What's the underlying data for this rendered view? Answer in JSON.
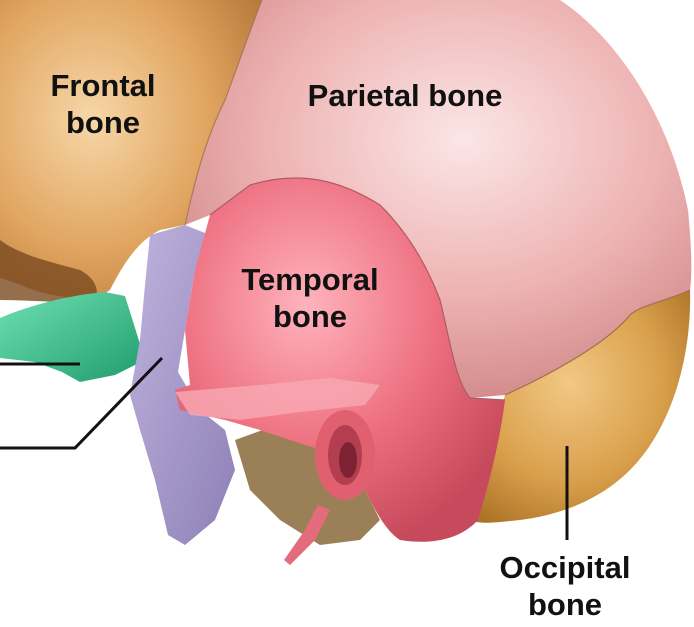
{
  "labels": {
    "frontal": "Frontal\nbone",
    "parietal": "Parietal bone",
    "temporal": "Temporal\nbone",
    "occipital": "Occipital\nbone"
  },
  "colors": {
    "frontal": "#e0a45f",
    "parietal": "#e9a3a3",
    "temporal": "#ec6f7e",
    "occipital": "#d69a45",
    "sphenoid": "#a79bc8",
    "zygomatic": "#3fbf8e",
    "leader_line": "#111111",
    "background": "#ffffff"
  }
}
